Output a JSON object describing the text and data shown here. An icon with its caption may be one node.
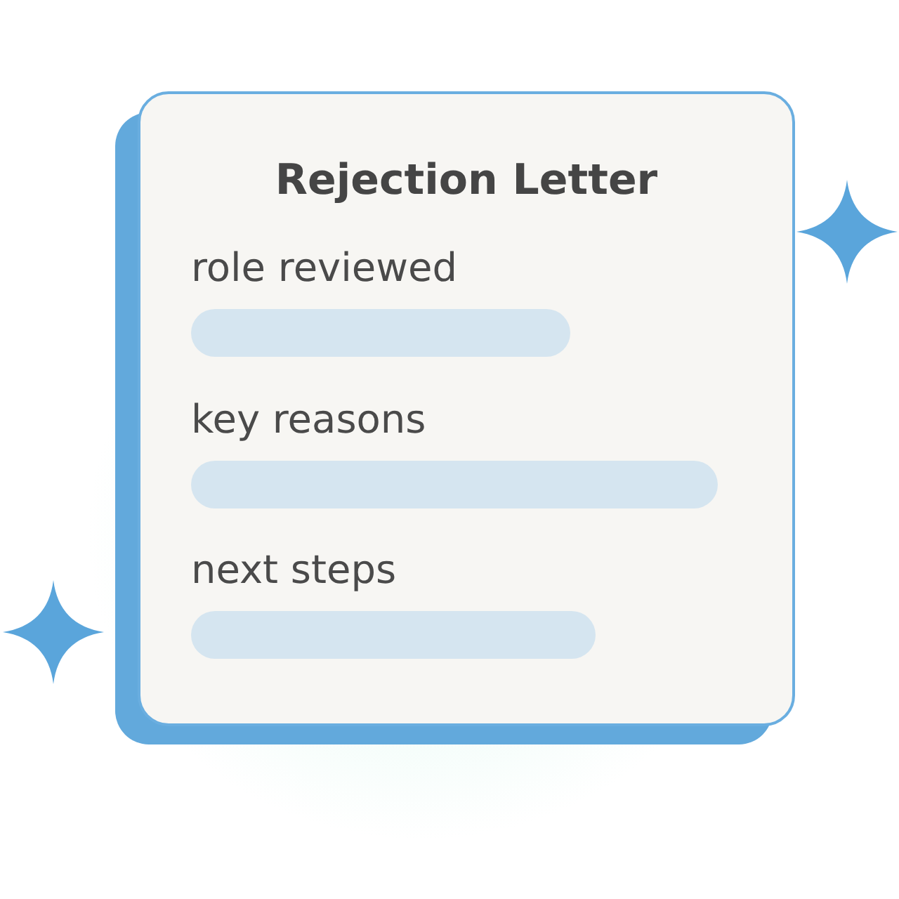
{
  "diagram": {
    "nodes": [
      {
        "text": [
          "Rejection Letter",
          "role reviewed",
          "key reasons",
          "next steps"
        ]
      }
    ]
  }
}
